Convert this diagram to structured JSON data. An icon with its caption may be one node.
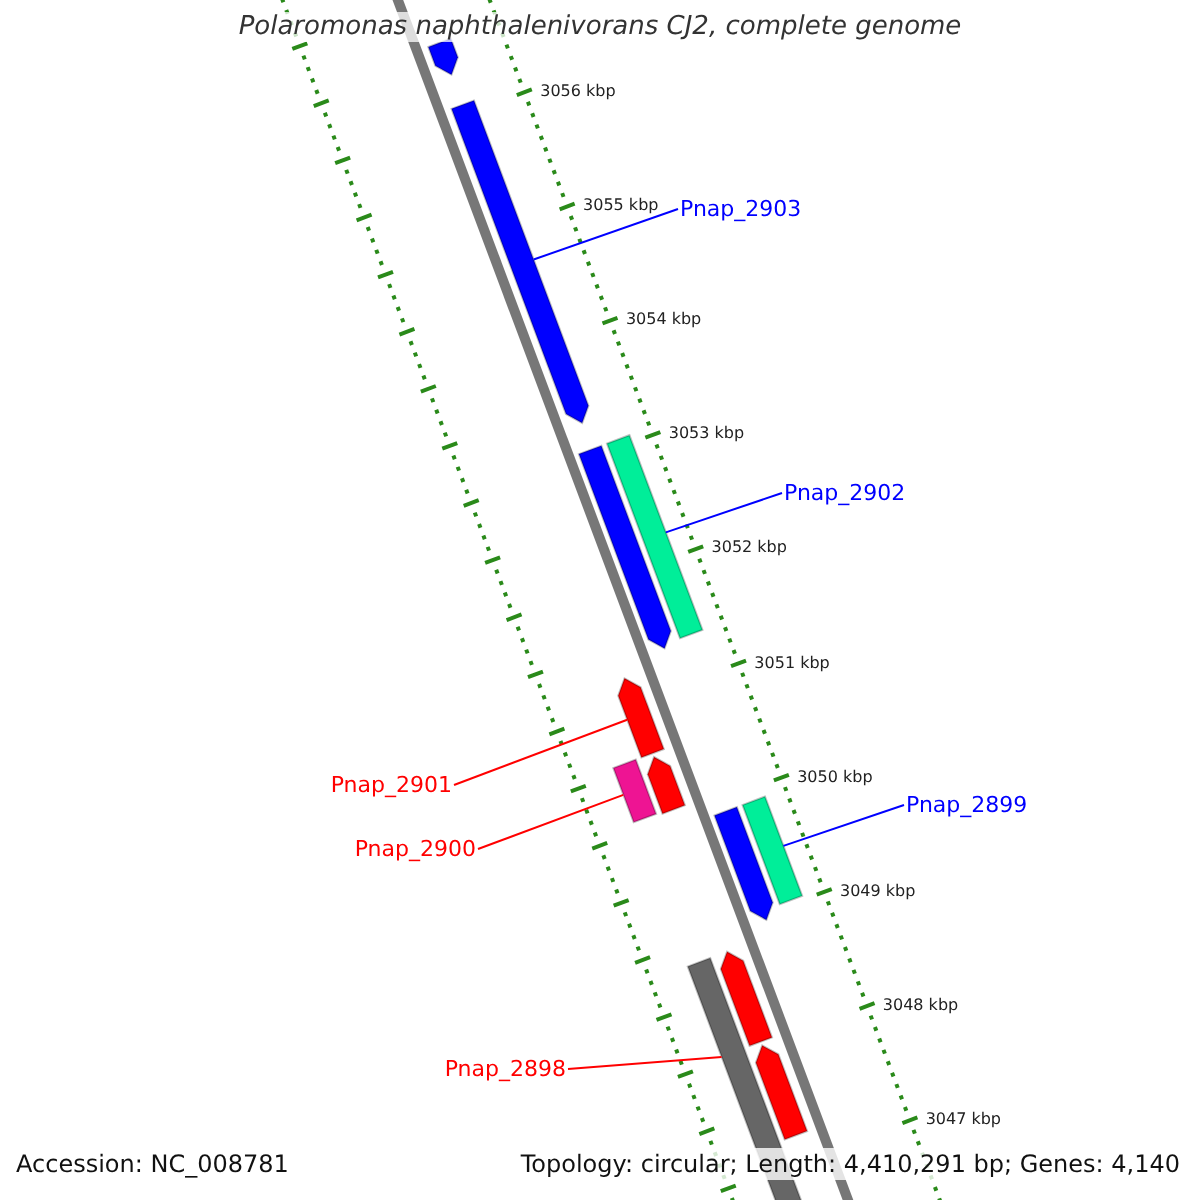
{
  "diagram": {
    "title": "Polaromonas naphthalenivorans CJ2, complete genome",
    "nodes": [
      {
        "text": [
          "Pnap_2903"
        ]
      },
      {
        "text": [
          "Pnap_2902"
        ]
      },
      {
        "text": [
          "Pnap_2901"
        ]
      },
      {
        "text": [
          "Pnap_2899"
        ]
      },
      {
        "text": [
          "Pnap_2900"
        ]
      },
      {
        "text": [
          "Pnap_2898"
        ]
      },
      {
        "text": [],
        "shape": "bar"
      },
      {
        "text": [],
        "shape": "bar"
      },
      {
        "text": [],
        "shape": "bar"
      },
      {
        "text": [],
        "shape": "bar"
      },
      {
        "text": [],
        "shape": "bar"
      },
      {
        "text": [],
        "shape": "bar"
      },
      {
        "text": [],
        "shape": "bar"
      },
      {
        "text": [],
        "shape": "bar"
      },
      {
        "text": [],
        "shape": "bar"
      },
      {
        "text": [],
        "shape": "bar"
      },
      {
        "text": [],
        "shape": "bar"
      },
      {
        "text": [],
        "shape": "bar"
      }
    ],
    "edges": [
      {
        "from": 0,
        "to": 7,
        "arrow": "none"
      },
      {
        "from": 1,
        "to": 9,
        "arrow": "none"
      },
      {
        "from": 2,
        "to": 10,
        "arrow": "none",
        "color": "#ff0000"
      },
      {
        "from": 3,
        "to": 14,
        "arrow": "none"
      },
      {
        "from": 4,
        "to": 11,
        "arrow": "none",
        "color": "#ff0000"
      },
      {
        "from": 5,
        "to": 15,
        "arrow": "none",
        "color": "#ff0000"
      }
    ],
    "labels": [
      "3056 kbp",
      "3055 kbp",
      "3054 kbp",
      "3053 kbp",
      "3052 kbp",
      "3051 kbp",
      "3050 kbp",
      "3049 kbp",
      "3048 kbp",
      "3047 kbp",
      "Accession: NC_008781",
      "Topology: circular; Length: 4,410,291 bp; Genes: 4,140"
    ]
  }
}
